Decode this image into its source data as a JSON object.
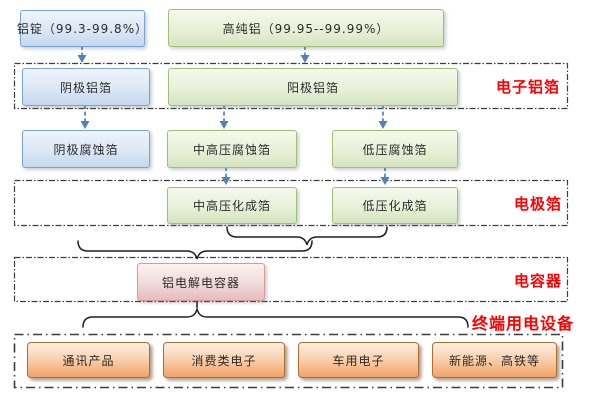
{
  "nodes": {
    "al_ingot": {
      "label": "铝锭（99.3-99.8%）"
    },
    "high_purity_al": {
      "label": "高纯铝（99.95--99.99%）"
    },
    "cathode_al_foil": {
      "label": "阴极铝箔"
    },
    "anode_al_foil": {
      "label": "阳极铝箔"
    },
    "cathode_etched_foil": {
      "label": "阴极腐蚀箔"
    },
    "mid_high_voltage_etched_foil": {
      "label": "中高压腐蚀箔"
    },
    "low_voltage_etched_foil": {
      "label": "低压腐蚀箔"
    },
    "mid_high_voltage_formed_foil": {
      "label": "中高压化成箔"
    },
    "low_voltage_formed_foil": {
      "label": "低压化成箔"
    },
    "al_electrolytic_capacitor": {
      "label": "铝电解电容器"
    },
    "telecom_products": {
      "label": "通讯产品"
    },
    "consumer_electronics": {
      "label": "消费类电子"
    },
    "automotive_electronics": {
      "label": "车用电子"
    },
    "new_energy_high_speed_rail": {
      "label": "新能源、高铁等"
    }
  },
  "sections": {
    "electronic_al_foil": {
      "label": "电子铝箔"
    },
    "electrode_foil": {
      "label": "电极箔"
    },
    "capacitor": {
      "label": "电容器"
    },
    "end_use_equipment": {
      "label": "终端用电设备"
    }
  },
  "colors": {
    "section_label_red": "#ff0000",
    "arrow_blue": "#4f81bd",
    "blue_node_border": "#77a4d4",
    "green_node_border": "#a3bf77",
    "pink_node_border": "#d79a98",
    "orange_node_border": "#b06f30",
    "section_border": "#3d3d3d",
    "brace_black": "#1f1f1f"
  }
}
